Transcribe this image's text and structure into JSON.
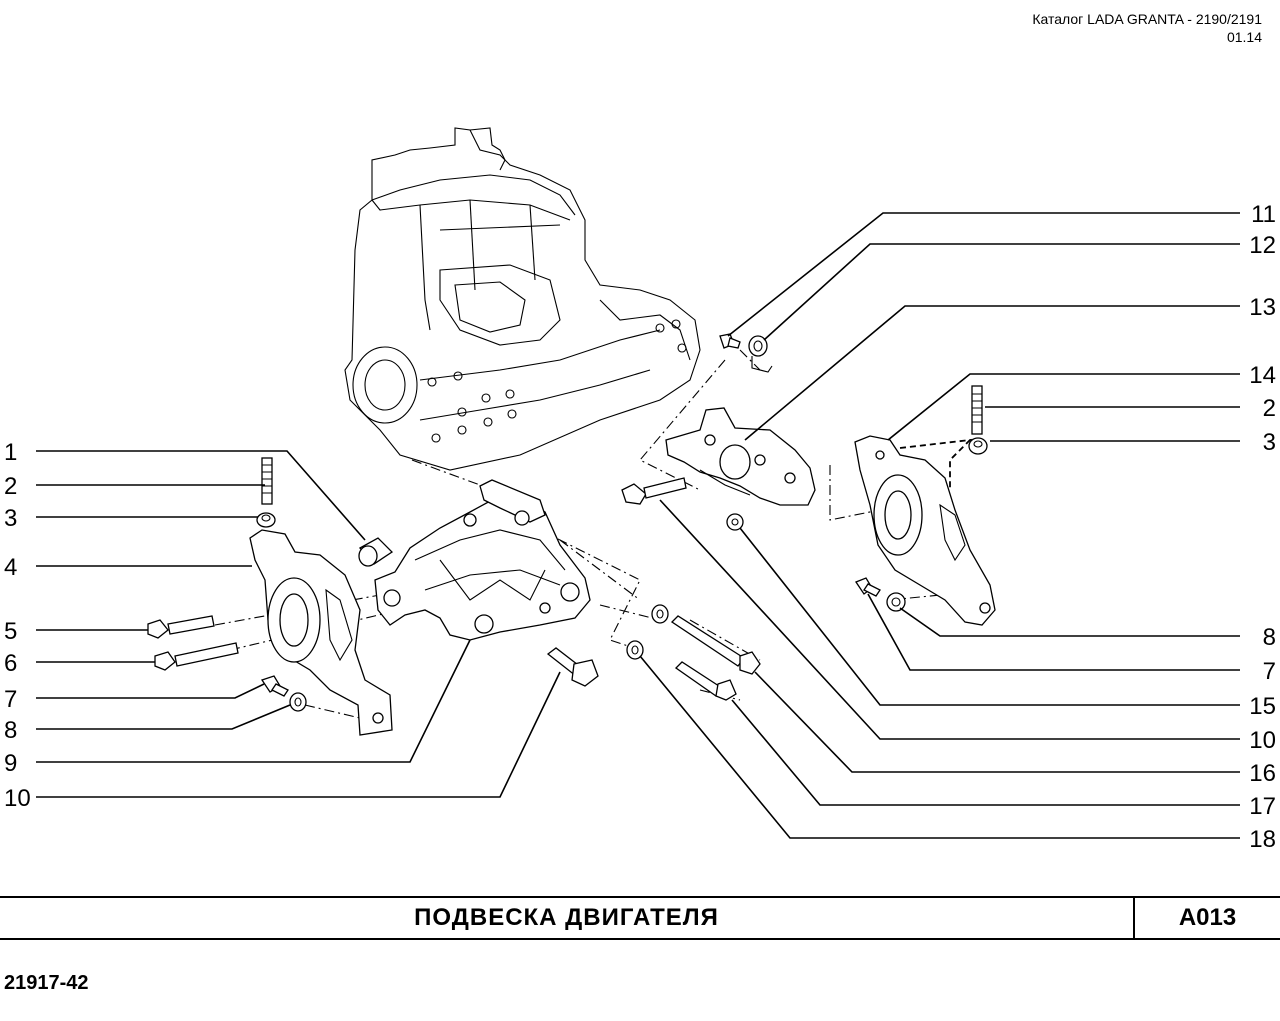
{
  "header": {
    "catalog_line": "Каталог  LADA  GRANTA - 2190/2191",
    "date": "01.14"
  },
  "callouts_left": [
    "1",
    "2",
    "3",
    "4",
    "5",
    "6",
    "7",
    "8",
    "9",
    "10"
  ],
  "callouts_right": [
    "11",
    "12",
    "13",
    "14",
    "2",
    "3",
    "8",
    "7",
    "15",
    "10",
    "16",
    "17",
    "18"
  ],
  "title": "ПОДВЕСКА   ДВИГАТЕЛЯ",
  "code": "А013",
  "page_id": "21917-42"
}
